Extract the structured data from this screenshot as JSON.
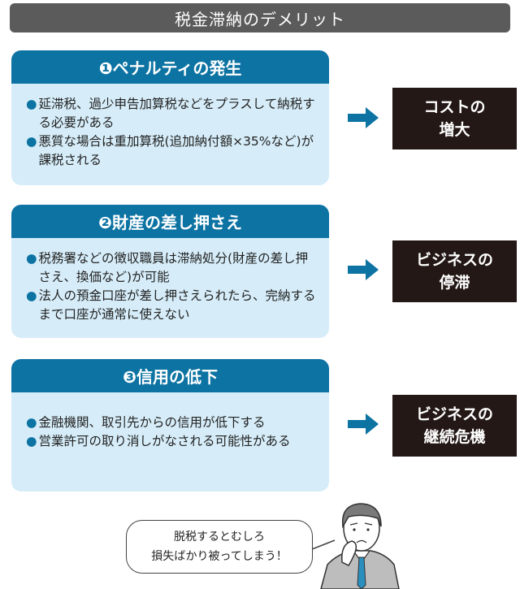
{
  "title": "税金滞納のデメリット",
  "colors": {
    "header": "#0d73a3",
    "body": "#d6edf9",
    "result": "#231815",
    "title": "#5b5b5b"
  },
  "cards": [
    {
      "heading": "❶ペナルティの発生",
      "bullets": [
        "延滞税、過少申告加算税などをプラスして納税する必要がある",
        "悪質な場合は重加算税(追加納付額×35%など)が課税される"
      ],
      "result": [
        "コストの",
        "増大"
      ]
    },
    {
      "heading": "❷財産の差し押さえ",
      "bullets": [
        "税務署などの徴収職員は滞納処分(財産の差し押さえ、換価など)が可能",
        "法人の預金口座が差し押さえられたら、完納するまで口座が通常に使えない"
      ],
      "result": [
        "ビジネスの",
        "停滞"
      ]
    },
    {
      "heading": "❸信用の低下",
      "bullets": [
        "金融機関、取引先からの信用が低下する",
        "営業許可の取り消しがなされる可能性がある"
      ],
      "result": [
        "ビジネスの",
        "継続危機"
      ]
    }
  ],
  "bubble": [
    "脱税するとむしろ",
    "損失ばかり被ってしまう！"
  ],
  "bullet_glyph": "●"
}
